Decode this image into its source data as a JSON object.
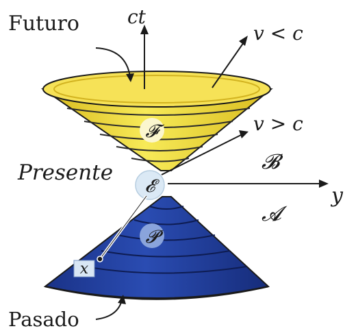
{
  "labels": {
    "future": "Futuro",
    "past": "Pasado",
    "present": "Presente",
    "time_axis": "ct",
    "space_axis": "y",
    "slower_than_light": "v < c",
    "faster_than_light": "v > c",
    "region_b": "𝓑",
    "region_a": "𝓐",
    "future_cone": "𝓕",
    "past_cone": "𝓟",
    "event": "𝓔",
    "point": "x"
  },
  "colors": {
    "future_cone": "#f3e04a",
    "future_rim": "#e6c92a",
    "past_cone": "#1f3c9a",
    "past_dark": "#14266e",
    "event_circle": "#dbe9f5",
    "axes": "#1a1a1a"
  }
}
